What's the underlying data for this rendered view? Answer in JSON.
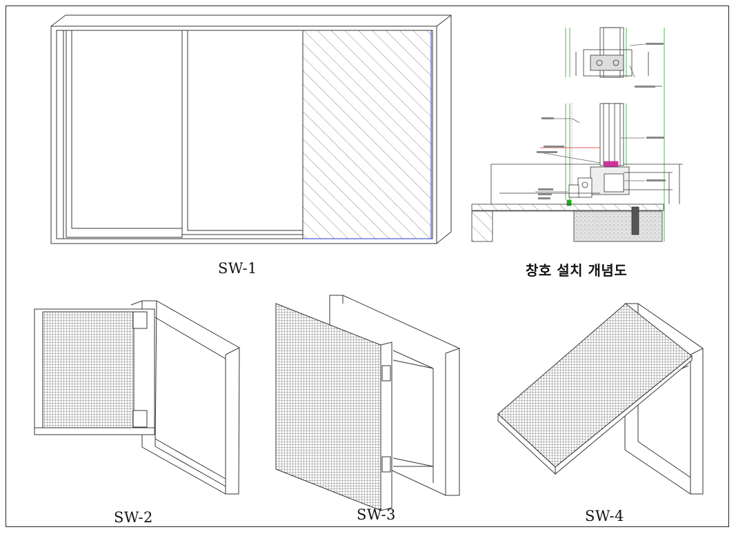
{
  "captions": {
    "sw1": "SW-1",
    "install": "창호 설치 개념도",
    "sw2": "SW-2",
    "sw3": "SW-3",
    "sw4": "SW-4"
  },
  "colors": {
    "line": "#333333",
    "green": "#22aa22",
    "blue": "#2233cc",
    "magenta": "#cc3399",
    "red": "#dd2222",
    "concrete": "#dcdcdc"
  }
}
